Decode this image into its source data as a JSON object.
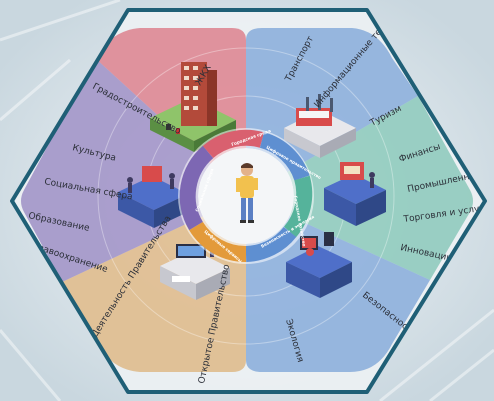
{
  "colors": {
    "frame": "#1f5f76",
    "construction": "#d9606f",
    "transport": "#5e8fd1",
    "finance": "#55b39b",
    "security": "#5e8fd1",
    "government": "#d9a25a",
    "social": "#7d67b3"
  },
  "sectors": [
    {
      "name": "construction",
      "labels": [
        "ЖКХ",
        "Градостроительство"
      ]
    },
    {
      "name": "transport",
      "labels": [
        "Транспорт",
        "Информационные технологии и связь",
        "Туризм"
      ]
    },
    {
      "name": "finance",
      "labels": [
        "Финансы",
        "Промышленность",
        "Торговля и услуги",
        "Инновации"
      ]
    },
    {
      "name": "security",
      "labels": [
        "Безопасность",
        "Экология"
      ]
    },
    {
      "name": "government",
      "labels": [
        "Деятельность Правительства",
        "Открытое Правительство"
      ]
    },
    {
      "name": "social",
      "labels": [
        "Культура",
        "Социальная сфера",
        "Образование",
        "Здравоохранение"
      ]
    }
  ],
  "ring": {
    "segments": [
      "Городская среда",
      "Цифровое правительство",
      "Городское хозяйство",
      "Безопасность и экология",
      "Цифровые сервисы",
      "Социальная сфера"
    ]
  },
  "icons": [
    "building-icon",
    "tram-station-icon",
    "finance-stand-icon",
    "city-monitor-icon",
    "government-desk-icon",
    "social-booth-icon",
    "citizen-figure-icon"
  ]
}
